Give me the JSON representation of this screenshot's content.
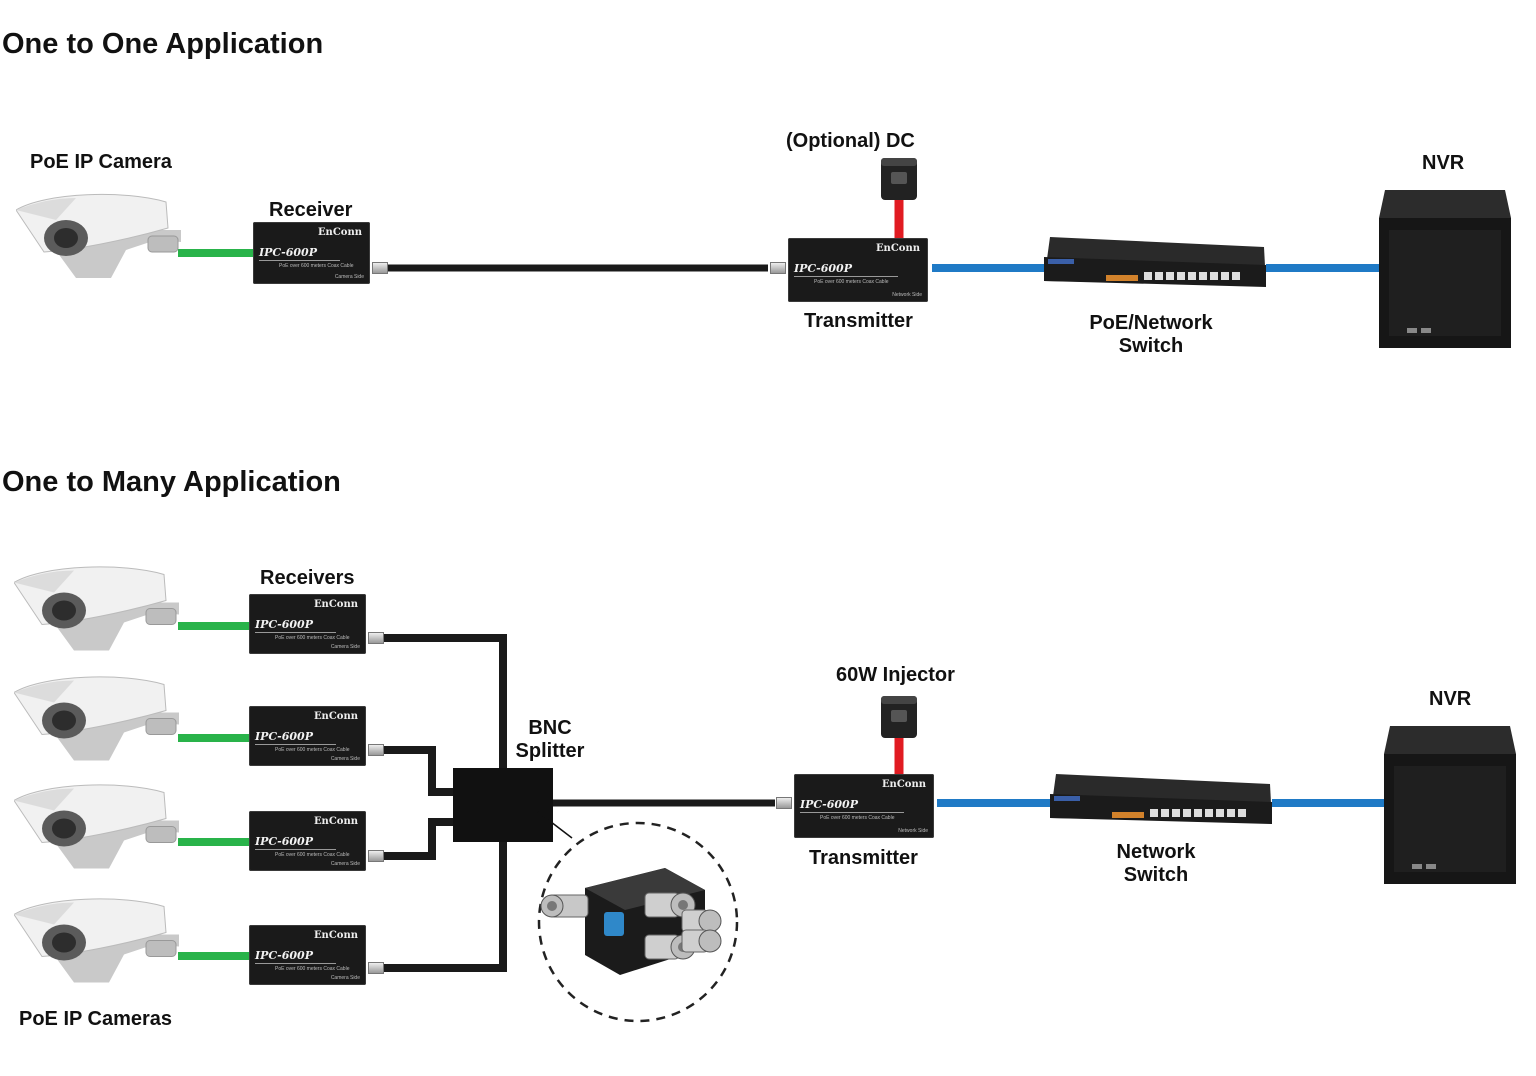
{
  "sections": {
    "one_to_one": {
      "title": "One to One Application",
      "labels": {
        "camera": "PoE IP Camera",
        "receiver": "Receiver",
        "dc": "(Optional) DC",
        "transmitter": "Transmitter",
        "switch_line1": "PoE/Network",
        "switch_line2": "Switch",
        "nvr": "NVR"
      }
    },
    "one_to_many": {
      "title": "One to Many Application",
      "labels": {
        "receivers": "Receivers",
        "splitter_line1": "BNC",
        "splitter_line2": "Splitter",
        "injector": "60W Injector",
        "transmitter": "Transmitter",
        "switch_line1": "Network",
        "switch_line2": "Switch",
        "nvr": "NVR",
        "cameras": "PoE IP Cameras"
      }
    }
  },
  "device": {
    "brand": "EnConn",
    "model": "IPC-600P",
    "subtitle": "PoE over 600 meters Coax Cable",
    "camera_side": "Camera Side",
    "network_side": "Network Side"
  },
  "colors": {
    "coax_cable": "#1a1a1a",
    "camera_cable": "#29b34a",
    "network_cable": "#1f7ac6",
    "power_cable": "#e11b22"
  }
}
